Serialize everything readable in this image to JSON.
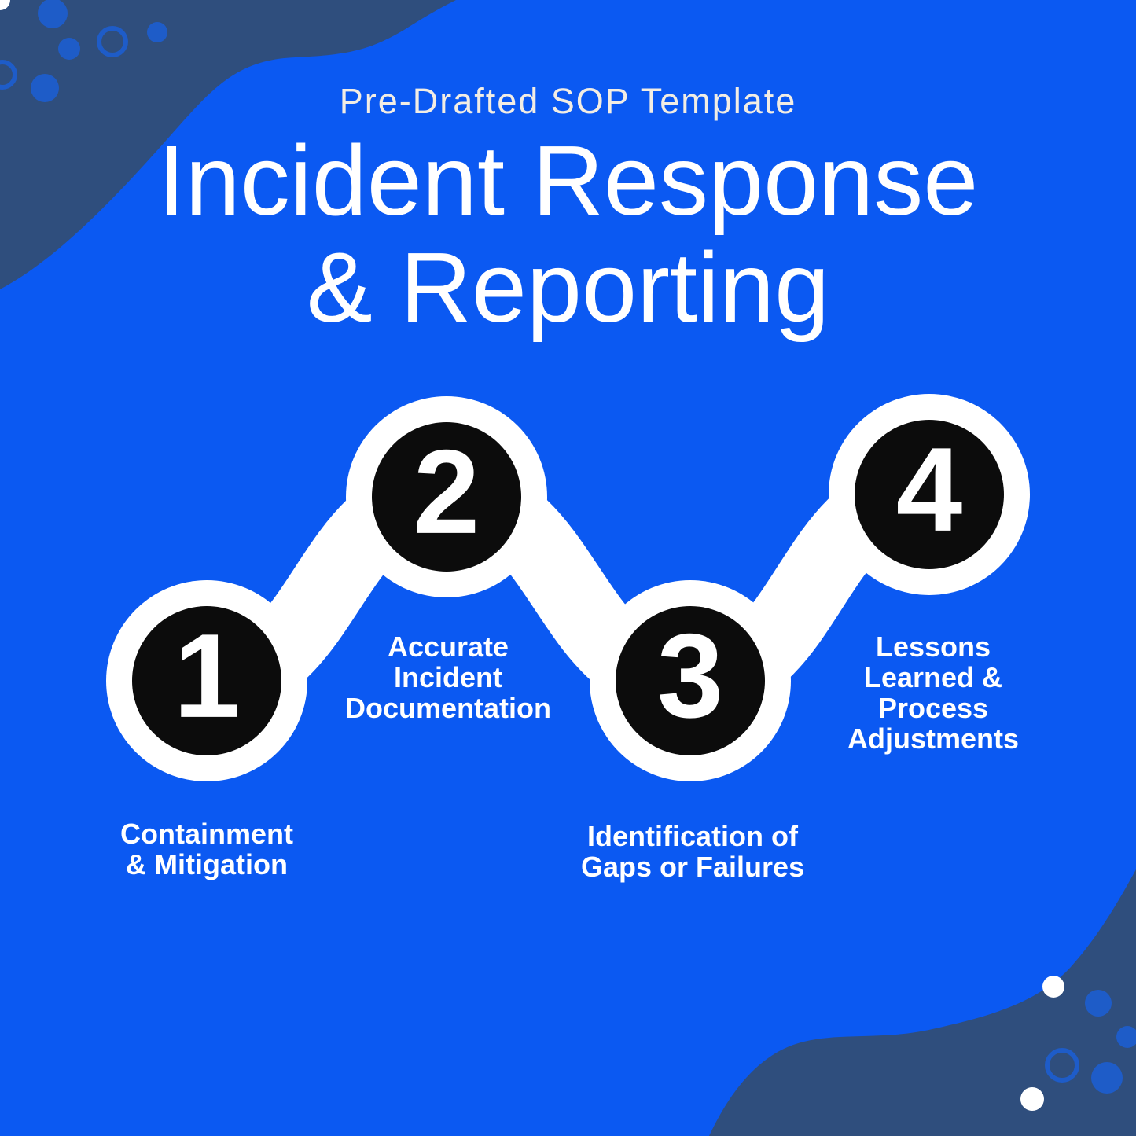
{
  "header": {
    "subtitle": "Pre-Drafted SOP Template",
    "title_line1": "Incident Response",
    "title_line2": "& Reporting"
  },
  "steps": [
    {
      "number": "1",
      "lines": [
        "Containment",
        "& Mitigation"
      ]
    },
    {
      "number": "2",
      "lines": [
        "Accurate",
        "Incident",
        "Documentation"
      ]
    },
    {
      "number": "3",
      "lines": [
        "Identification of",
        "Gaps or Failures"
      ]
    },
    {
      "number": "4",
      "lines": [
        "Lessons",
        "Learned &",
        "Process",
        "Adjustments"
      ]
    }
  ],
  "palette": {
    "background_blue": "#0b59f2",
    "corner_blob_navy": "#2f4e7d",
    "decor_dot_blue": "#1e5cc8",
    "step_circle_black": "#0c0c0c",
    "wave_white": "#ffffff",
    "subtitle_cream": "#f2ede4",
    "label_white": "#ffffff"
  }
}
